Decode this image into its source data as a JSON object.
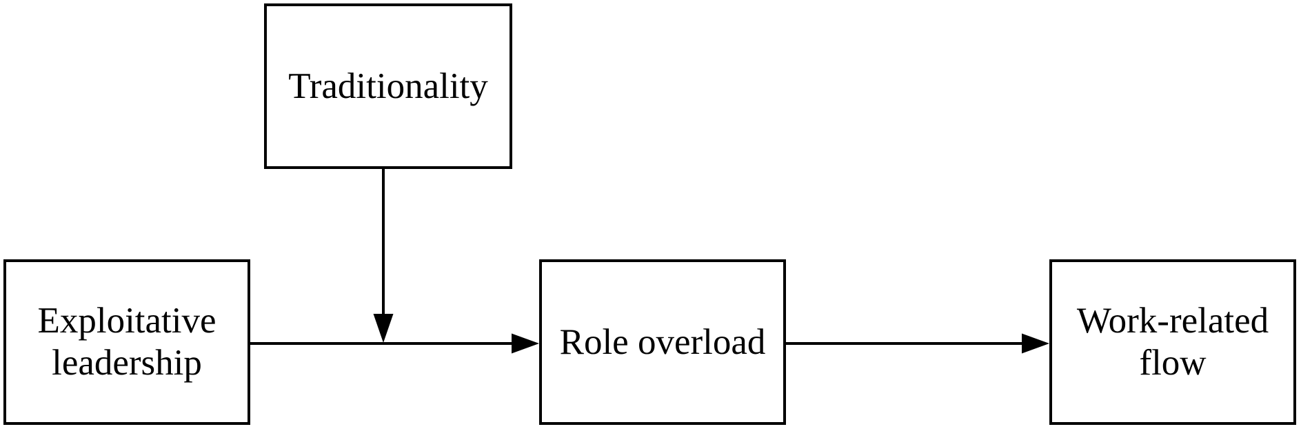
{
  "page": {
    "background_color": "#ffffff"
  },
  "diagram": {
    "type": "moderated-mediation-model",
    "stroke_color": "#000000",
    "text_color": "#000000",
    "nodes": {
      "traditionality": {
        "label": "Traditionality",
        "lines": [
          "Traditionality"
        ]
      },
      "exploitative_leadership": {
        "label": "Exploitative leadership",
        "lines": [
          "Exploitative",
          "leadership"
        ]
      },
      "role_overload": {
        "label": "Role overload",
        "lines": [
          "Role overload"
        ]
      },
      "work_related_flow": {
        "label": "Work-related flow",
        "lines": [
          "Work-related",
          "flow"
        ]
      }
    },
    "edges": [
      {
        "from": "Exploitative leadership",
        "to": "Role overload",
        "kind": "direct-arrow"
      },
      {
        "from": "Traditionality",
        "to": "path: Exploitative leadership to Role overload",
        "kind": "moderation-arrow"
      },
      {
        "from": "Role overload",
        "to": "Work-related flow",
        "kind": "direct-arrow"
      }
    ]
  }
}
